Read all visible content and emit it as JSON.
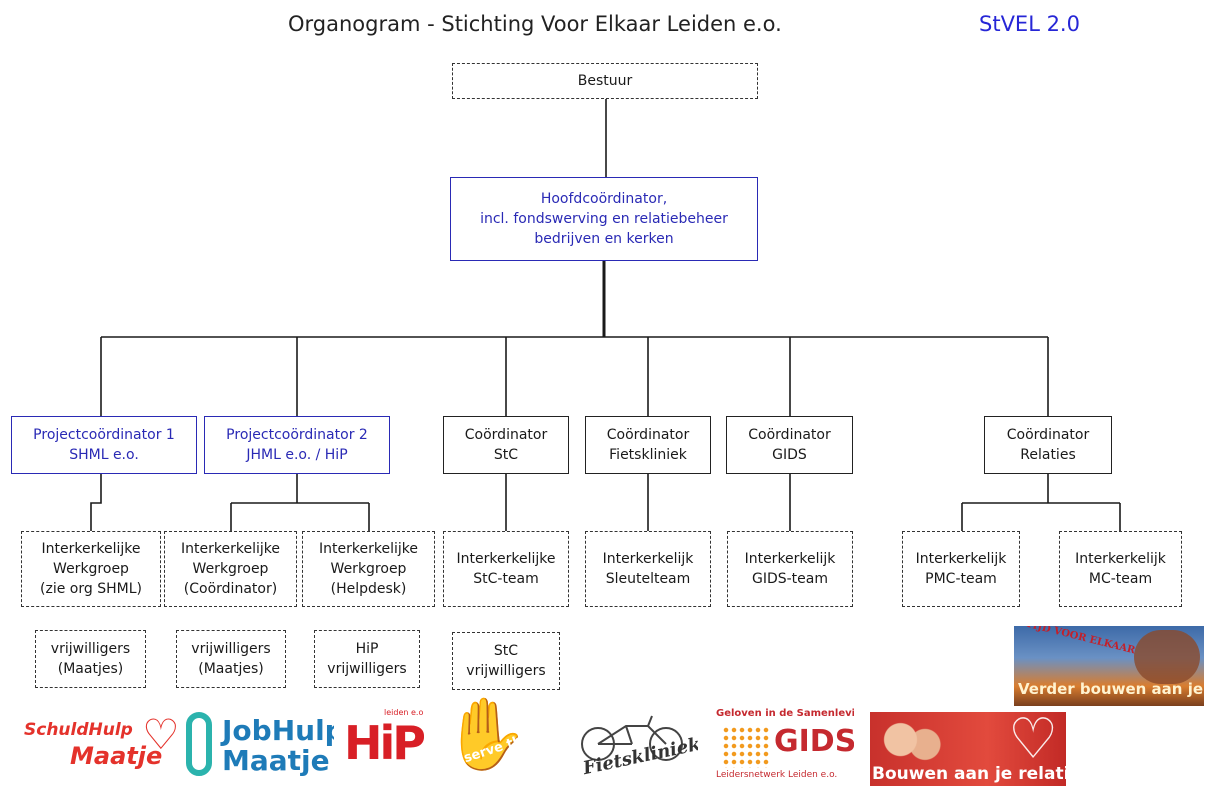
{
  "header": {
    "title": "Organogram - Stichting Voor Elkaar Leiden e.o.",
    "version": "StVEL 2.0"
  },
  "nodes": {
    "bestuur": "Bestuur",
    "hoofd": [
      "Hoofdcoördinator,",
      "incl. fondswerving en relatiebeheer",
      "bedrijven en kerken"
    ],
    "pc1": [
      "Projectcoördinator  1",
      "SHML e.o."
    ],
    "pc2": [
      "Projectcoördinator  2",
      "JHML e.o. / HiP"
    ],
    "stc": [
      "Coördinator",
      "StC"
    ],
    "fiets": [
      "Coördinator",
      "Fietskliniek"
    ],
    "gids": [
      "Coördinator",
      "GIDS"
    ],
    "relaties": [
      "Coördinator",
      "Relaties"
    ],
    "iw_shml": [
      "Interkerkelijke",
      "Werkgroep",
      "(zie  org SHML)"
    ],
    "iw_coord": [
      "Interkerkelijke",
      "Werkgroep",
      "(Coördinator)"
    ],
    "iw_help": [
      "Interkerkelijke",
      "Werkgroep",
      "(Helpdesk)"
    ],
    "iw_stc": [
      "Interkerkelijke",
      "StC-team"
    ],
    "ik_sleutel": [
      "Interkerkelijk",
      "Sleutelteam"
    ],
    "ik_gids": [
      "Interkerkelijk",
      "GIDS-team"
    ],
    "ik_pmc": [
      "Interkerkelijk",
      "PMC-team"
    ],
    "ik_mc": [
      "Interkerkelijk",
      "MC-team"
    ],
    "vw1": [
      "vrijwilligers",
      "(Maatjes)"
    ],
    "vw2": [
      "vrijwilligers",
      "(Maatjes)"
    ],
    "vw_hip": [
      "HiP",
      "vrijwilligers"
    ],
    "vw_stc": [
      "StC",
      "vrijwilligers"
    ]
  },
  "logos": {
    "shml": [
      "SchuldHulp",
      "Maatje"
    ],
    "jhml": [
      "JobHulp",
      "Maatje"
    ],
    "hip": [
      "HiP",
      "leiden e.o."
    ],
    "stc": "serve the city",
    "fiets": "Fietskliniek",
    "gids": [
      "Geloven in de Samenleving",
      "GIDS",
      "Leidersnetwerk Leiden e.o."
    ],
    "bouwen": "Bouwen aan je relatie",
    "tijd": [
      "TIJD VOOR ELKAAR",
      "Verder bouwen aan je relatie"
    ]
  },
  "colors": {
    "accent_blue": "#2a2ab5",
    "version_blue": "#2626d6",
    "line": "#1a1a1a"
  }
}
